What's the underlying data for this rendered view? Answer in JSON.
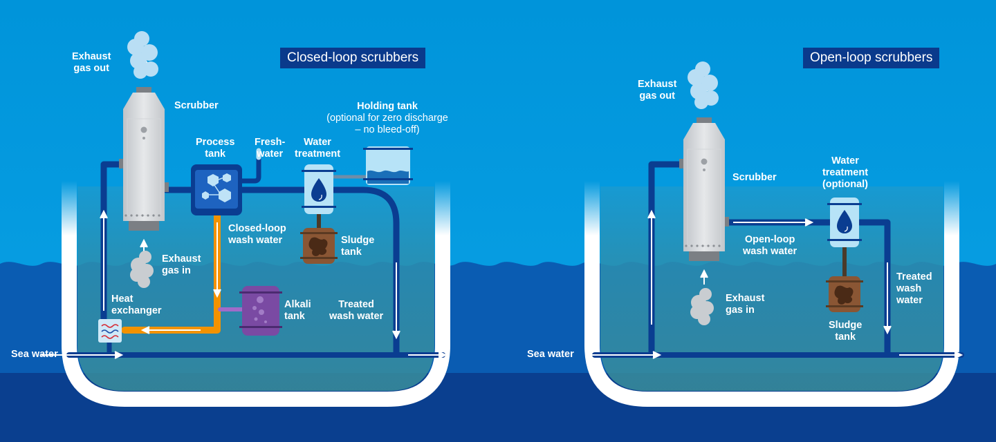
{
  "closed_loop": {
    "title": "Closed-loop scrubbers",
    "labels": {
      "exhaust_out": [
        "Exhaust",
        "gas out"
      ],
      "scrubber": "Scrubber",
      "process_tank": [
        "Process",
        "tank"
      ],
      "fresh_water": [
        "Fresh-",
        "water"
      ],
      "water_treatment": [
        "Water",
        "treatment"
      ],
      "holding_tank": "Holding tank",
      "holding_tank_note": [
        "(optional for zero discharge",
        "– no bleed-off)"
      ],
      "closed_loop_wash_water": [
        "Closed-loop",
        "wash water"
      ],
      "sludge_tank": [
        "Sludge",
        "tank"
      ],
      "exhaust_in": [
        "Exhaust",
        "gas in"
      ],
      "heat_exchanger": [
        "Heat",
        "exchanger"
      ],
      "alkali_tank": [
        "Alkali",
        "tank"
      ],
      "treated_wash_water": [
        "Treated",
        "wash water"
      ],
      "sea_water": "Sea water"
    }
  },
  "open_loop": {
    "title": "Open-loop scrubbers",
    "labels": {
      "exhaust_out": [
        "Exhaust",
        "gas out"
      ],
      "scrubber": "Scrubber",
      "water_treatment": [
        "Water",
        "treatment",
        "(optional)"
      ],
      "open_loop_wash_water": [
        "Open-loop",
        "wash water"
      ],
      "treated_wash_water": [
        "Treated",
        "wash",
        "water"
      ],
      "exhaust_in": [
        "Exhaust",
        "gas in"
      ],
      "sludge_tank": [
        "Sludge",
        "tank"
      ],
      "sea_water": "Sea water"
    }
  },
  "colors": {
    "sky": "#0096dc",
    "sea_surface": "#0a5fb4",
    "deep_sea": "#0a3f8f",
    "hull_inside": "#2f8fa6",
    "hull": "#ffffff",
    "pipe_blue": "#0a3d91",
    "pipe_orange": "#f39200",
    "alkali_purple": "#7a4aa3",
    "sludge_brown": "#8a5634",
    "treatment_light": "#b7e3f7",
    "title_box": "#0a3a8c"
  },
  "icons": [
    "smoke-icon",
    "scrubber-tower-icon",
    "molecule-icon",
    "water-drop-icon",
    "sludge-icon",
    "wave-coil-icon",
    "bubbles-icon",
    "arrow-icon"
  ]
}
